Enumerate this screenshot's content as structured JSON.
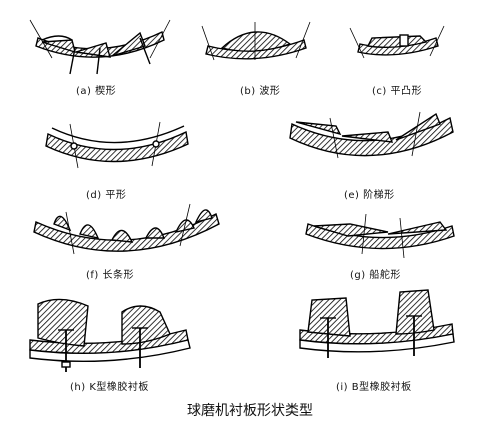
{
  "figure": {
    "caption": "球磨机衬板形状类型",
    "panels": [
      {
        "id": "a",
        "label": "(a)  楔形"
      },
      {
        "id": "b",
        "label": "(b)  波形"
      },
      {
        "id": "c",
        "label": "(c)  平凸形"
      },
      {
        "id": "d",
        "label": "(d)  平形"
      },
      {
        "id": "e",
        "label": "(e)  阶梯形"
      },
      {
        "id": "f",
        "label": "(f)  长条形"
      },
      {
        "id": "g",
        "label": "(g)  船舵形"
      },
      {
        "id": "h",
        "label": "(h)  K型橡胶衬板"
      },
      {
        "id": "i",
        "label": "(i)  B型橡胶衬板"
      }
    ]
  }
}
